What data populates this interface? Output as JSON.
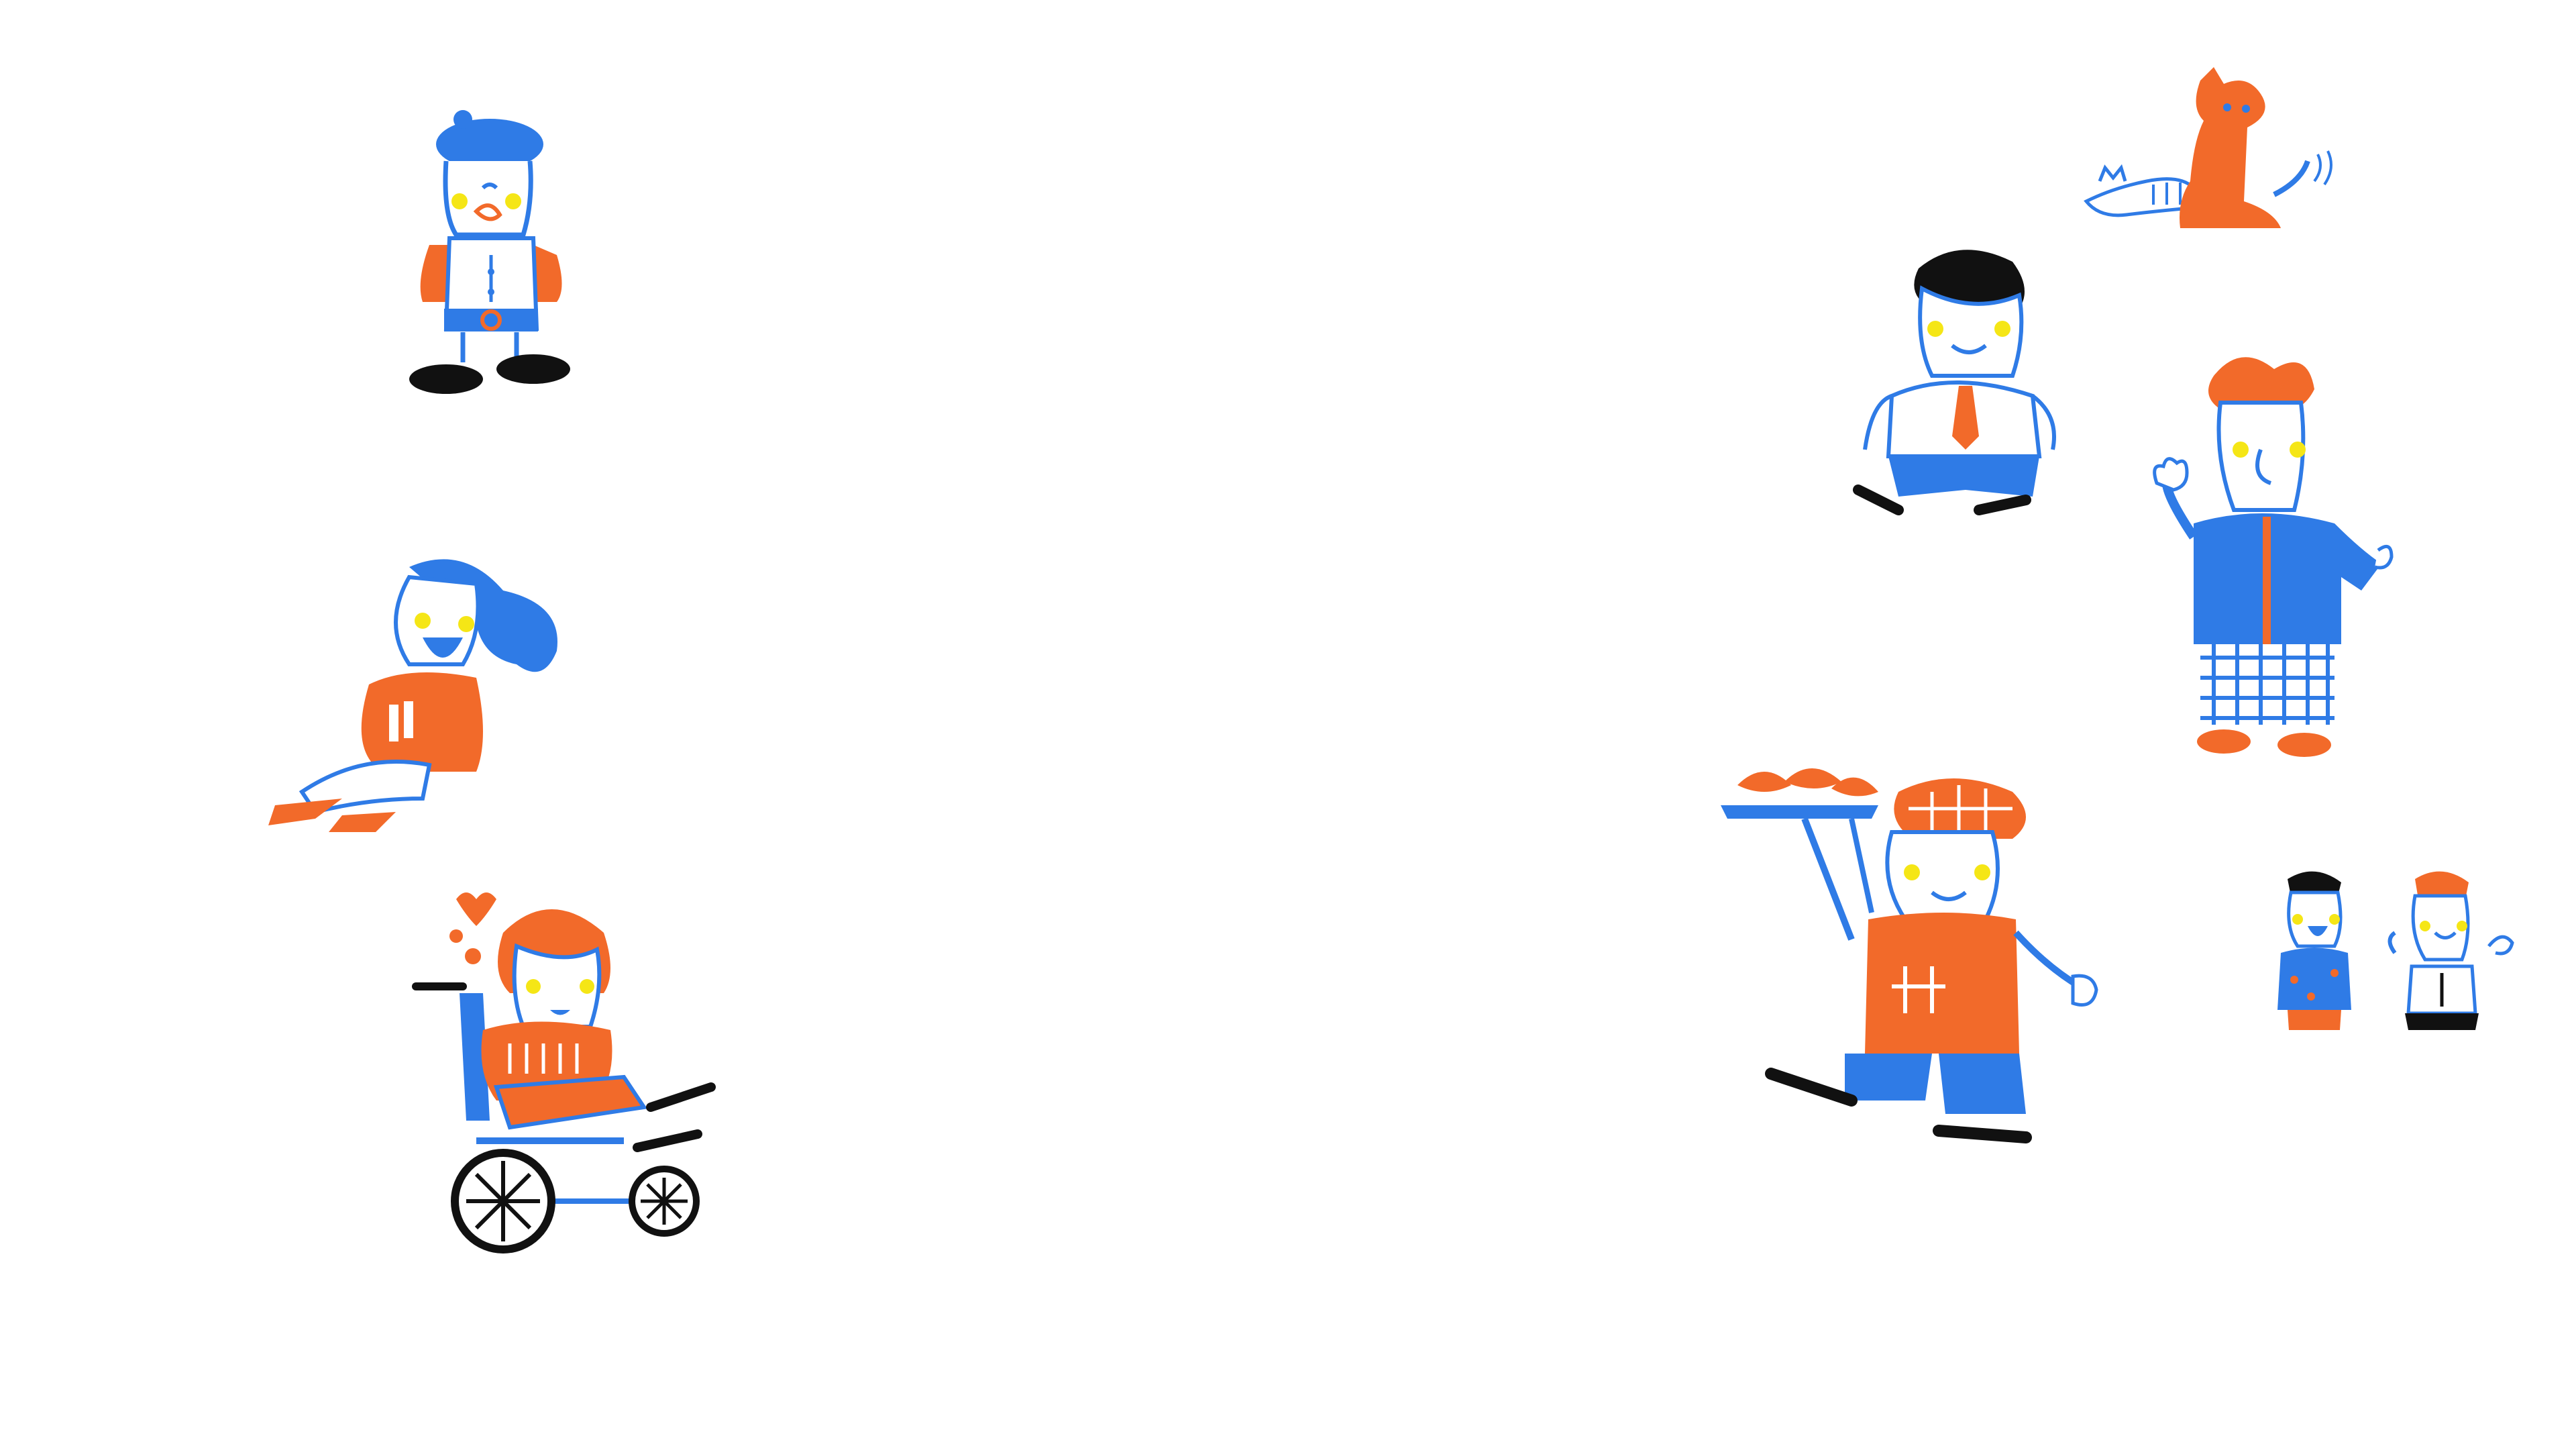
{
  "palette": {
    "background": "#ffffff",
    "blue": "#2f7be6",
    "orange": "#f26a2a",
    "black": "#111111",
    "cheek_yellow": "#f5e616"
  },
  "figures": [
    {
      "id": "beret",
      "icon": "beret-person-illustration"
    },
    {
      "id": "sitting",
      "icon": "sitting-woman-illustration"
    },
    {
      "id": "wheelchair",
      "icon": "wheelchair-girl-illustration"
    },
    {
      "id": "pets",
      "icon": "dog-and-cat-illustration"
    },
    {
      "id": "tie",
      "icon": "man-with-tie-illustration"
    },
    {
      "id": "waving",
      "icon": "waving-man-illustration"
    },
    {
      "id": "baker",
      "icon": "baker-with-bread-illustration"
    },
    {
      "id": "kids",
      "icon": "two-children-illustration"
    }
  ]
}
